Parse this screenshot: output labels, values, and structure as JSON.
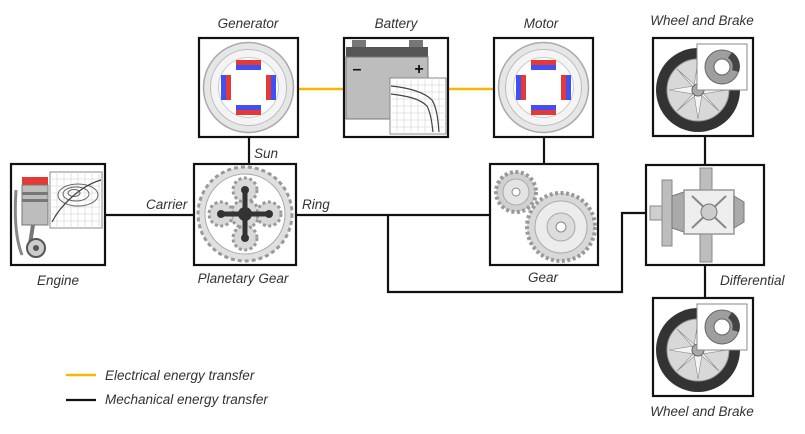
{
  "components": {
    "generator": "Generator",
    "battery": "Battery",
    "motor": "Motor",
    "wheel_top": "Wheel and Brake",
    "engine": "Engine",
    "planetary": "Planetary Gear",
    "gear": "Gear",
    "differential": "Differential",
    "wheel_bottom": "Wheel and Brake"
  },
  "connections": {
    "sun": "Sun",
    "carrier": "Carrier",
    "ring": "Ring"
  },
  "battery_terminals": {
    "minus": "–",
    "plus": "+"
  },
  "legend": {
    "electrical": {
      "label": "Electrical energy transfer",
      "color": "#f5b800"
    },
    "mechanical": {
      "label": "Mechanical energy transfer",
      "color": "#111111"
    }
  }
}
